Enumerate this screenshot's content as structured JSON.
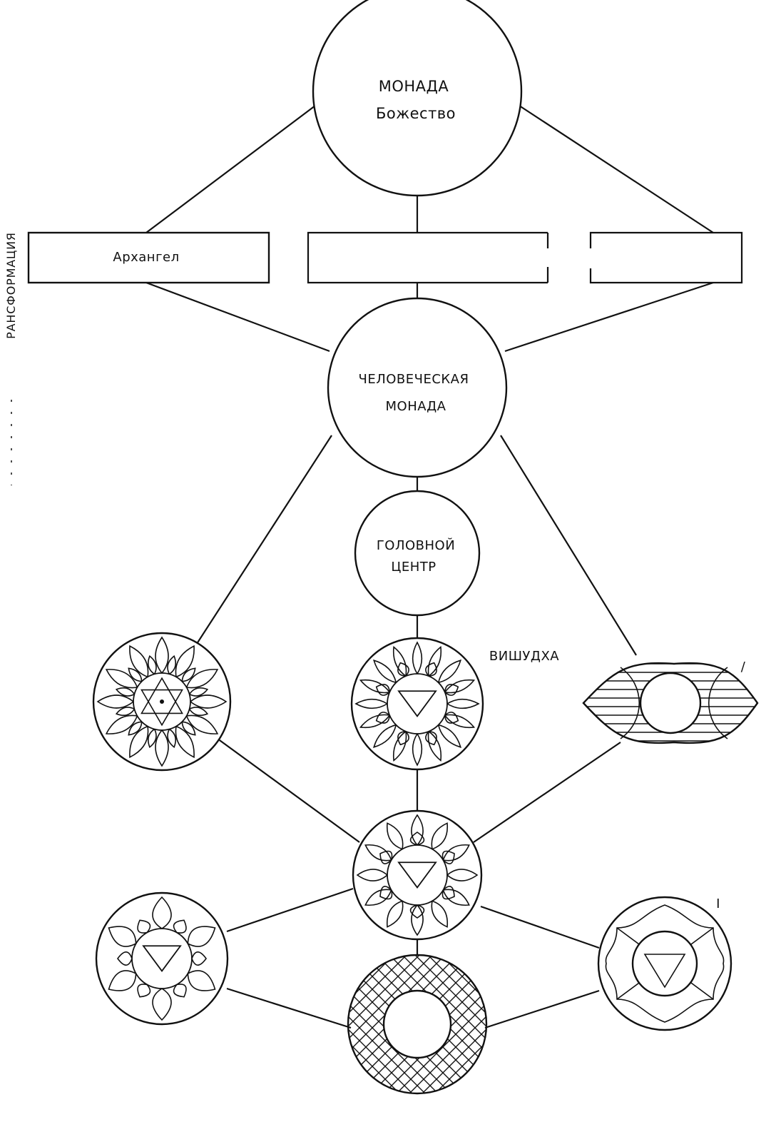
{
  "side_label": "РАНСФОРМАЦИЯ",
  "nodes": {
    "top_monad": {
      "line1": "МОНАДА",
      "line2": "Божество"
    },
    "left_box": {
      "label": "Архангел"
    },
    "human_monad": {
      "line1": "ЧЕЛОВЕЧЕСКАЯ",
      "line2": "МОНАДА"
    },
    "head_center": {
      "line1": "ГОЛОВНОЙ",
      "line2": "ЦЕНТР"
    },
    "vishuddha": {
      "label": "ВИШУДХА"
    },
    "ajna_marker": {
      "label": "/"
    },
    "right_lower_marker": {
      "label": "I"
    }
  },
  "colors": {
    "stroke": "#111111",
    "background": "#ffffff"
  }
}
